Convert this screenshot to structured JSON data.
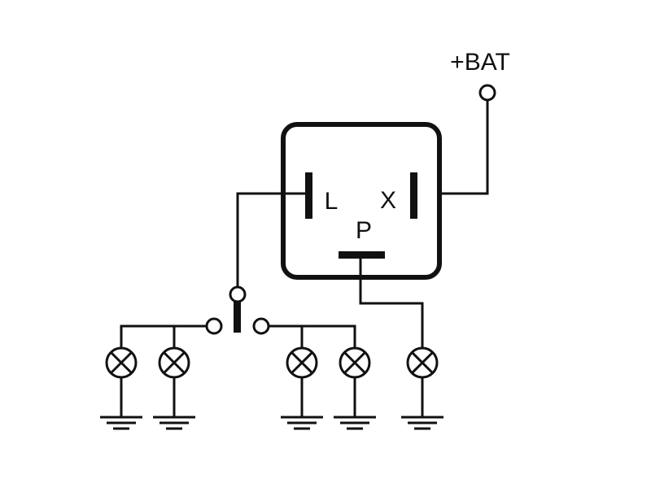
{
  "diagram": {
    "supply_label": "+BAT",
    "relay": {
      "pin_left": "L",
      "pin_right": "X",
      "pin_bottom": "P"
    },
    "lamp_count": 5,
    "ground_count": 5,
    "colors": {
      "stroke": "#111111",
      "background": "#ffffff"
    },
    "components": [
      "flasher-relay",
      "supply-terminal",
      "changeover-switch",
      "indicator-lamps",
      "ground-symbols"
    ]
  }
}
